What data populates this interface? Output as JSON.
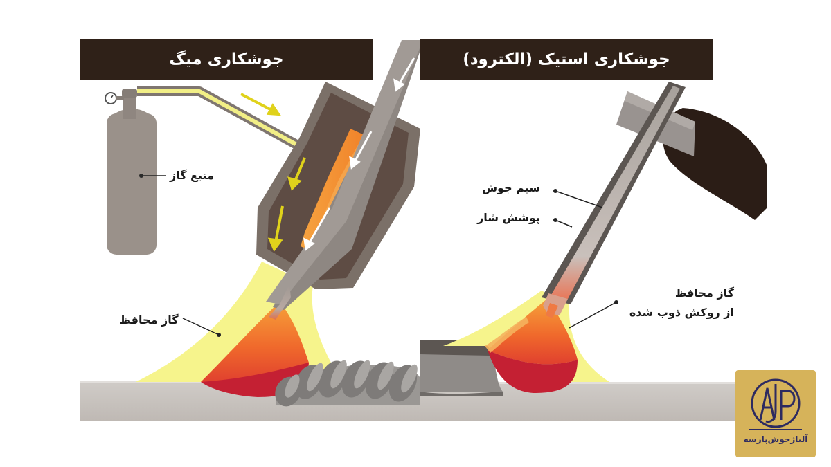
{
  "panels": {
    "mig": {
      "title": "جوشکاری میگ",
      "labels": {
        "gas_source": "منبع گاز",
        "shielding_gas": "گاز محافظ"
      }
    },
    "stick": {
      "title": "جوشکاری استیک (الکترود)",
      "labels": {
        "wire": "سیم جوش",
        "coating": "پوشش شار",
        "shielding_gas_line1": "گاز محافظ",
        "shielding_gas_line2": "از روکش ذوب شده"
      }
    }
  },
  "logo": {
    "text": "آلیاژجوش‌پارسه",
    "monogram": "AJP"
  },
  "colors": {
    "banner": "#2f2118",
    "cylinder": "#9a918a",
    "torch_body": "#5e4c44",
    "torch_outline": "#7b7068",
    "contact_tip": "#f07f28",
    "gas_yellow": "#f6f48c",
    "flow_arrow": "#e0d21b",
    "weld_pool_orange": "#f07030",
    "weld_pool_red": "#c42033",
    "base_metal": "#c8c3bf",
    "bead": "#8b8886",
    "cable": "#2b1d16",
    "logo_bg": "#d6b35a",
    "logo_ink": "#2d2a60"
  }
}
